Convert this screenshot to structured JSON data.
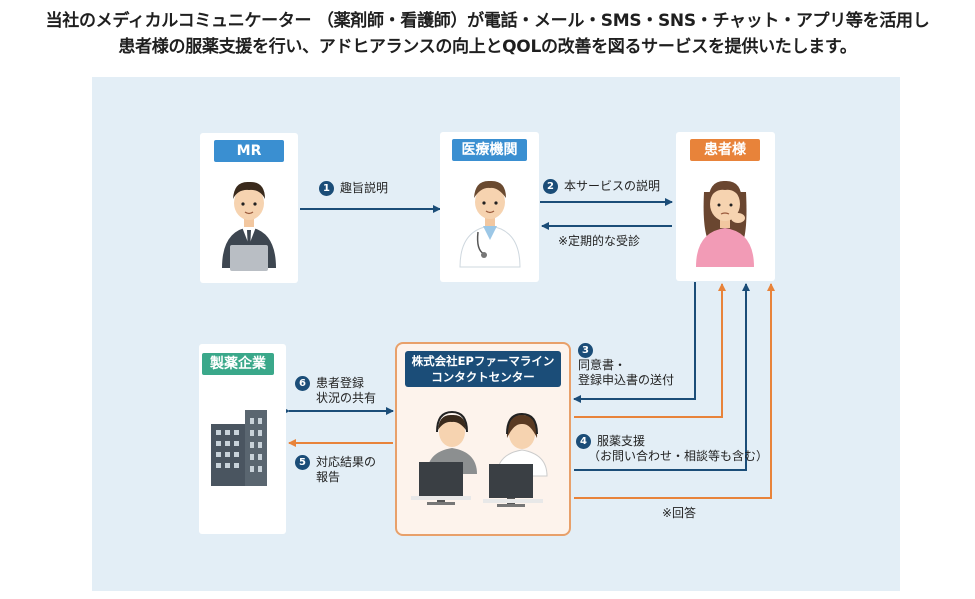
{
  "headline": {
    "line1": "当社のメディカルコミュニケーター （薬剤師・看護師）が電話・メール・SMS・SNS・チャット・アプリ等を活用し",
    "line2": "患者様の服薬支援を行い、アドヒアランスの向上とQOLの改善を図るサービスを提供いたします。"
  },
  "actors": {
    "mr": {
      "label": "MR",
      "color": "#3a8fd1"
    },
    "clinic": {
      "label": "医療機関",
      "color": "#3a8fd1"
    },
    "patient": {
      "label": "患者様",
      "color": "#e8833a"
    },
    "pharma": {
      "label": "製薬企業",
      "color": "#3aa88a"
    },
    "center": {
      "line1": "株式会社EPファーマライン",
      "line2": "コンタクトセンター"
    }
  },
  "flows": {
    "f1": {
      "num": "1",
      "text": "趣旨説明"
    },
    "f2": {
      "num": "2",
      "text": "本サービスの説明"
    },
    "visit": {
      "text": "※定期的な受診"
    },
    "f3": {
      "num": "3",
      "line1": "同意書・",
      "line2": "登録申込書の送付"
    },
    "f4": {
      "num": "4",
      "line1": "服薬支援",
      "line2": "（お問い合わせ・相談等も含む）"
    },
    "answer": {
      "text": "※回答"
    },
    "f5": {
      "num": "5",
      "line1": "対応結果の",
      "line2": "報告"
    },
    "f6": {
      "num": "6",
      "line1": "患者登録",
      "line2": "状況の共有"
    }
  },
  "colors": {
    "navy": "#1b4d78",
    "orange": "#e8833a",
    "stage": "#e3eef6"
  }
}
